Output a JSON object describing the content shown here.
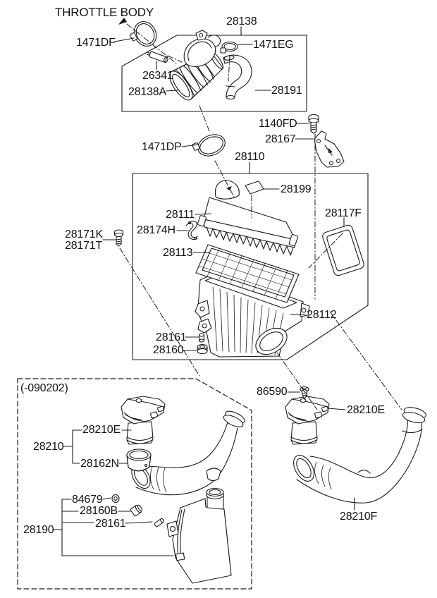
{
  "diagram": {
    "title": "THROTTLE BODY",
    "revision_note": "(-090202)",
    "colors": {
      "line": "#1b1b1b",
      "background": "#ffffff",
      "text": "#121212"
    },
    "icons": {
      "throttle_direction": "filled-triangle-arrow"
    },
    "labels": {
      "p1471DF": "1471DF",
      "p28138": "28138",
      "p1471EG": "1471EG",
      "p26341": "26341",
      "p28138A": "28138A",
      "p28191": "28191",
      "p1140FD": "1140FD",
      "p28167": "28167",
      "p1471DP": "1471DP",
      "p28110": "28110",
      "p28199": "28199",
      "p28111": "28111",
      "p28174H": "28174H",
      "p28171K": "28171K",
      "p28171T": "28171T",
      "p28113": "28113",
      "p28117F": "28117F",
      "p28112": "28112",
      "p28161_air": "28161",
      "p28160": "28160",
      "p86590": "86590",
      "p28210E_right": "28210E",
      "p28210E_left": "28210E",
      "p28210": "28210",
      "p28162N": "28162N",
      "p84679": "84679",
      "p28160B": "28160B",
      "p28161_res": "28161",
      "p28190": "28190",
      "p28210F": "28210F"
    }
  }
}
